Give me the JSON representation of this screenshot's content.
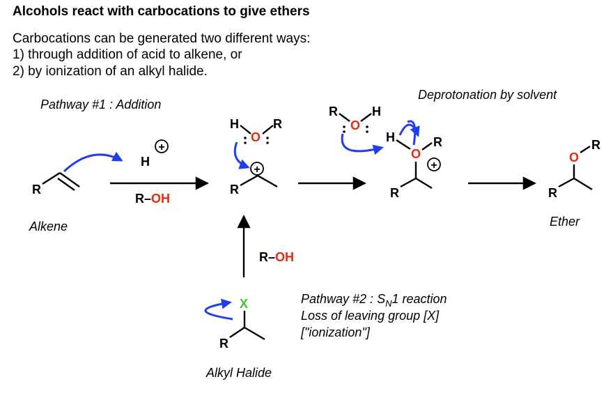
{
  "header": {
    "title": "Alcohols react with carbocations to give ethers",
    "line1": "Carbocations can be generated two different ways:",
    "line2": "1) through addition of acid to alkene, or",
    "line3": "2) by ionization of an alkyl halide."
  },
  "labels": {
    "pathway1": "Pathway #1 : Addition",
    "deprotonation": "Deprotonation by solvent",
    "alkene": "Alkene",
    "ether": "Ether",
    "alkyl_halide": "Alkyl Halide",
    "pathway2_prefix": "Pathway #2 : S",
    "pathway2_sub": "N",
    "pathway2_suffix": "1 reaction",
    "loss": "Loss of leaving group [X]",
    "ionization": "[\"ionization\"]"
  },
  "atoms": {
    "R": "R",
    "H": "H",
    "O": "O",
    "X": "X",
    "plus": "+",
    "dash": "–",
    "OH": "OH"
  },
  "colors": {
    "oxygen": "#e8290c",
    "arrow": "#1e3ef0",
    "halogen": "#3cc43c",
    "text": "#000000"
  }
}
